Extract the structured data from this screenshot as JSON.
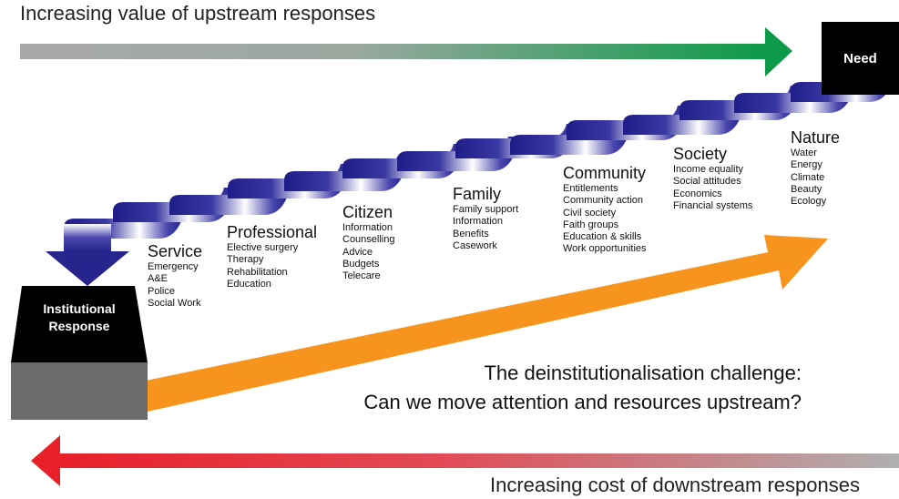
{
  "top_label": "Increasing value of upstream responses",
  "bottom_label": "Increasing cost of downstream responses",
  "need_label": "Need",
  "institution": {
    "line1": "Institutional",
    "line2": "Response"
  },
  "challenge": {
    "line1": "The deinstitutionalisation challenge:",
    "line2": "Can we move attention and resources upstream?"
  },
  "stages": [
    {
      "title": "Service",
      "items": [
        "Emergency",
        "A&E",
        "Police",
        "Social Work"
      ]
    },
    {
      "title": "Professional",
      "items": [
        "Elective surgery",
        "Therapy",
        "Rehabilitation",
        "Education"
      ]
    },
    {
      "title": "Citizen",
      "items": [
        "Information",
        "Counselling",
        "Advice",
        "Budgets",
        "Telecare"
      ]
    },
    {
      "title": "Family",
      "items": [
        "Family support",
        "Information",
        "Benefits",
        "Casework"
      ]
    },
    {
      "title": "Community",
      "items": [
        "Entitlements",
        "Community action",
        "Civil society",
        "Faith groups",
        "Education & skills",
        "Work opportunities"
      ]
    },
    {
      "title": "Society",
      "items": [
        "Income equality",
        "Social attitudes",
        "Economics",
        "Financial systems"
      ]
    },
    {
      "title": "Nature",
      "items": [
        "Water",
        "Energy",
        "Climate",
        "Beauty",
        "Ecology"
      ]
    }
  ],
  "colors": {
    "upstream_arrow_start": "#a8a8a8",
    "upstream_arrow_end": "#0d9a48",
    "downstream_arrow_start": "#e8202a",
    "downstream_arrow_end": "#b0b0b0",
    "orange_arrow": "#f7941d",
    "staircase_blue": "#27248c",
    "institution_top": "#000000",
    "institution_base": "#6b6b6b"
  }
}
